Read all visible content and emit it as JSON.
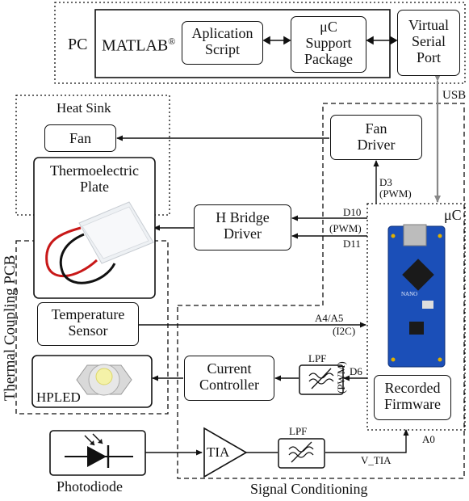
{
  "pc": {
    "label": "PC",
    "matlab": "MATLAB",
    "matlab_sup": "®",
    "app_script": [
      "Aplication",
      "Script"
    ],
    "uc_support": [
      "μC",
      "Support",
      "Package"
    ],
    "virtual_serial": [
      "Virtual",
      "Serial",
      "Port"
    ]
  },
  "usb_label": "USB",
  "heat_sink": {
    "label": "Heat Sink",
    "fan": "Fan",
    "thermo_plate": [
      "Thermoelectric",
      "Plate"
    ]
  },
  "fan_driver": [
    "Fan",
    "Driver"
  ],
  "hbridge": [
    "H Bridge",
    "Driver"
  ],
  "temp_sensor": [
    "Temperature",
    "Sensor"
  ],
  "hpled": "HPLED",
  "current_controller": [
    "Current",
    "Controller"
  ],
  "thermal_pcb_label": "Thermal Coupling PCB",
  "uc": {
    "label": "μC",
    "recorded_firmware": [
      "Recorded",
      "Firmware"
    ],
    "board_text": "NANO"
  },
  "signals": {
    "d3": [
      "D3",
      "(PWM)"
    ],
    "d10": "D10",
    "pwm_mid": "(PWM)",
    "d11": "D11",
    "a4a5": [
      "A4/A5",
      "(I2C)"
    ],
    "d6": "D6",
    "pwm_vert": "(PWM)",
    "a0": "A0",
    "v_tia": "V_TIA"
  },
  "lpf1": "LPF",
  "lpf2": "LPF",
  "tia": "TIA",
  "photodiode": "Photodiode",
  "signal_conditioning": "Signal Conditioning"
}
